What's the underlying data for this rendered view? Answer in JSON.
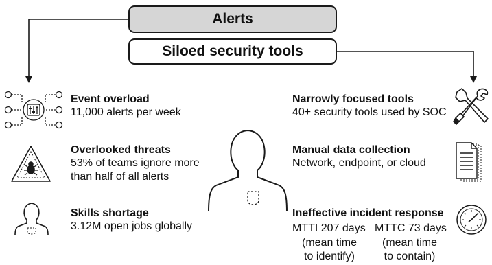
{
  "alerts_label": "Alerts",
  "siloed_label": "Siloed security tools",
  "left": [
    {
      "title": "Event overload",
      "lines": [
        "11,000 alerts per week"
      ]
    },
    {
      "title": "Overlooked threats",
      "lines": [
        "53% of teams ignore more",
        "than half of all alerts"
      ]
    },
    {
      "title": "Skills shortage",
      "lines": [
        "3.12M open jobs globally"
      ]
    }
  ],
  "right": [
    {
      "title": "Narrowly focused tools",
      "lines": [
        "40+ security tools used by SOC"
      ]
    },
    {
      "title": "Manual data collection",
      "lines": [
        "Network, endpoint, or cloud"
      ]
    },
    {
      "title": "Ineffective incident response"
    }
  ],
  "mtti": {
    "label": "MTTI 207 days",
    "note": [
      "(mean time",
      "to identify)"
    ]
  },
  "mttc": {
    "label": "MTTC 73 days",
    "note": [
      "(mean time",
      "to contain)"
    ]
  },
  "icons": {
    "event_overload": "event-flow-icon",
    "overlooked": "warning-bug-icon",
    "skills": "person-icon",
    "center": "person-icon",
    "tools": "tools-icon",
    "manual": "document-icon",
    "response": "clock-icon"
  }
}
